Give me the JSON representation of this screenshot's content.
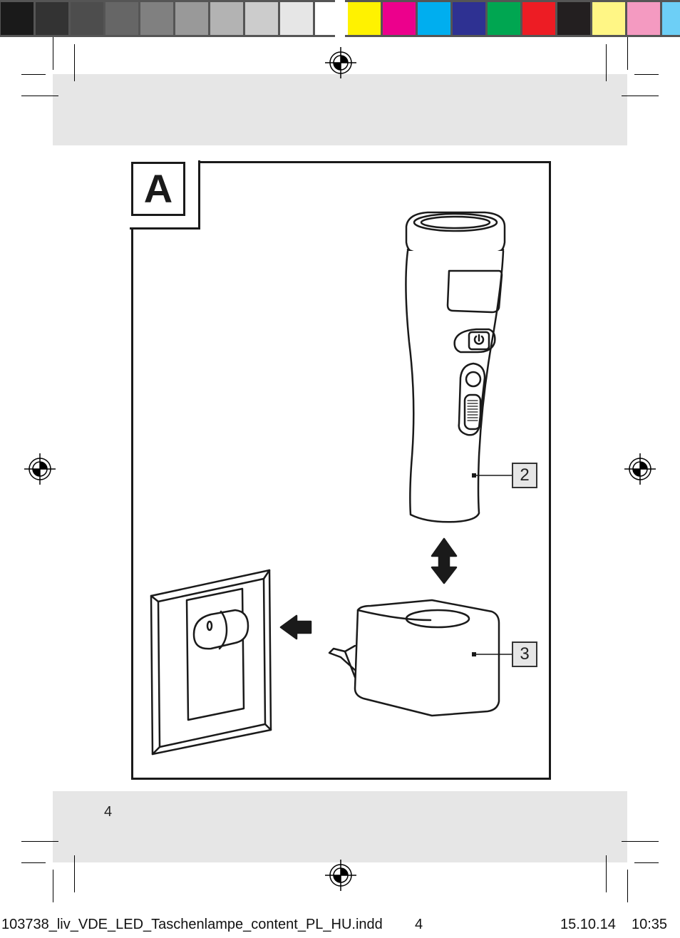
{
  "color_bar": {
    "grays": [
      "#1a1a1a",
      "#333333",
      "#4d4d4d",
      "#666666",
      "#808080",
      "#999999",
      "#b3b3b3",
      "#cccccc",
      "#e6e6e6",
      "#ffffff"
    ],
    "colors": [
      "#fff200",
      "#ec008c",
      "#00aeef",
      "#2e3192",
      "#00a651",
      "#ed1c24",
      "#231f20",
      "#fff685",
      "#f49ac1",
      "#6dcff6"
    ]
  },
  "figure": {
    "label": "A",
    "callouts": [
      "2",
      "3"
    ]
  },
  "page_number": "4",
  "footer": {
    "filename": "103738_liv_VDE_LED_Taschenlampe_content_PL_HU.indd",
    "page": "4",
    "date": "15.10.14",
    "time": "10:35"
  }
}
